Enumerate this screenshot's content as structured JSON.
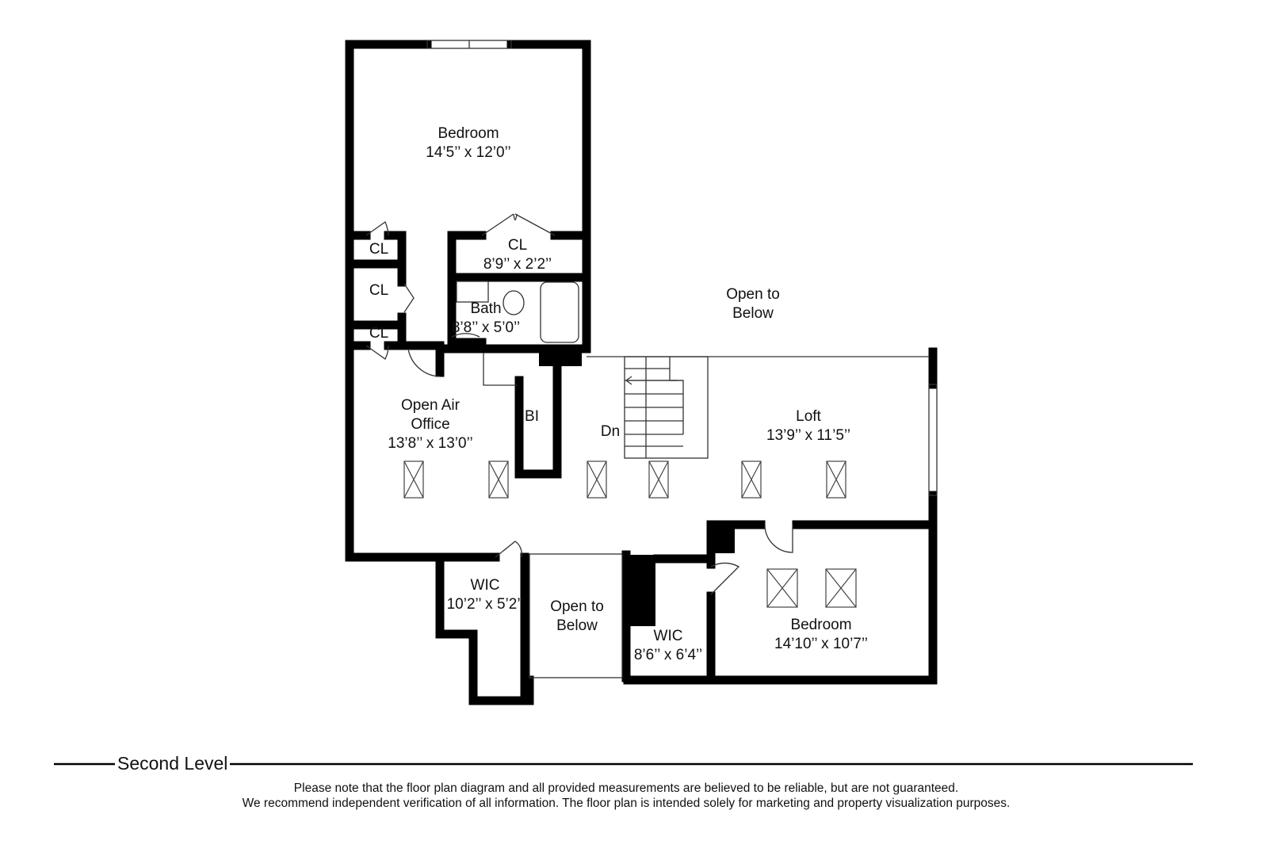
{
  "level_title": "Second Level",
  "disclaimer": [
    "Please note that the floor plan diagram and all provided measurements are believed to be reliable, but are not guaranteed.",
    "We recommend independent verification of all information. The floor plan is intended solely for marketing and property visualization purposes."
  ],
  "rooms": {
    "bedroom1": {
      "name": "Bedroom",
      "size": "14’5’’ x 12’0’’"
    },
    "cl_big": {
      "name": "CL",
      "size": "8’9’’ x 2’2’’"
    },
    "cl1": {
      "name": "CL"
    },
    "cl2": {
      "name": "CL"
    },
    "cl3": {
      "name": "CL"
    },
    "bath": {
      "name": "Bath",
      "size": "8’8’’ x 5’0’’"
    },
    "open_below1": {
      "name": "Open to",
      "name2": "Below"
    },
    "office": {
      "name": "Open Air",
      "name2": "Office",
      "size": "13’8’’ x 13’0’’"
    },
    "bi": {
      "name": "BI"
    },
    "dn": {
      "name": "Dn"
    },
    "loft": {
      "name": "Loft",
      "size": "13’9’’ x 11’5’’"
    },
    "wic1": {
      "name": "WIC",
      "size": "10’2’’ x 5’2’’"
    },
    "open_below2": {
      "name": "Open to",
      "name2": "Below"
    },
    "wic2": {
      "name": "WIC",
      "size": "8’6’’ x 6’4’’"
    },
    "bedroom2": {
      "name": "Bedroom",
      "size": "14’10’’ x 10’7’’"
    }
  }
}
